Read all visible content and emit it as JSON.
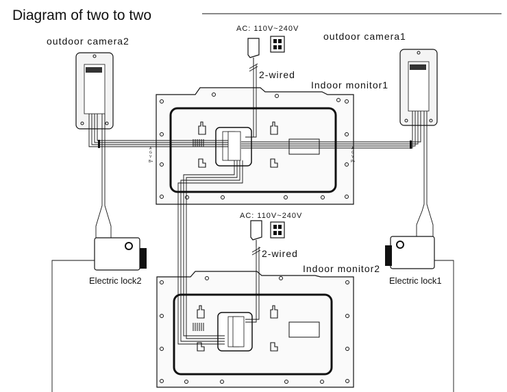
{
  "diagram": {
    "title": "Diagram of two to two",
    "outdoor_camera_1": "outdoor camera1",
    "outdoor_camera_2": "outdoor camera2",
    "indoor_monitor_1": "Indoor monitor1",
    "indoor_monitor_2": "Indoor monitor2",
    "electric_lock_1": "Electric lock1",
    "electric_lock_2": "Electric lock2",
    "power_label_top": "AC: 110V~240V",
    "power_label_bottom": "AC: 110V~240V",
    "wire_label_top": "2-wired",
    "wire_label_bottom": "2-wired",
    "pin_labels_left": [
      "A",
      "G",
      "V",
      "B+"
    ],
    "pin_labels_right": [
      "A",
      "G",
      "V",
      "P+"
    ]
  }
}
